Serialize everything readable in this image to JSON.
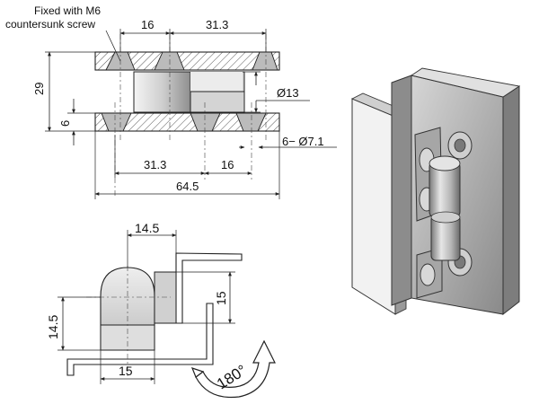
{
  "top_view": {
    "note_line1": "Fixed with M6",
    "note_line2": "countersunk screw",
    "dim_top_hole_spacing": "16",
    "dim_top_right": "31.3",
    "dim_height": "29",
    "dim_plate_thickness": "6",
    "dim_pin_diameter": "Ø13",
    "dim_holes": "6− Ø7.1",
    "dim_bottom_left": "31.3",
    "dim_bottom_spacing": "16",
    "dim_overall_width": "64.5"
  },
  "side_view": {
    "dim_top": "14.5",
    "dim_right": "15",
    "dim_left": "14.5",
    "dim_bottom": "15",
    "rotation_label": "180°"
  },
  "colors": {
    "hatch": "#555555",
    "metal_light": "#d9d9d9",
    "metal_mid": "#a9a9a9",
    "metal_dark": "#6e6e6e",
    "ink": "#222222"
  }
}
